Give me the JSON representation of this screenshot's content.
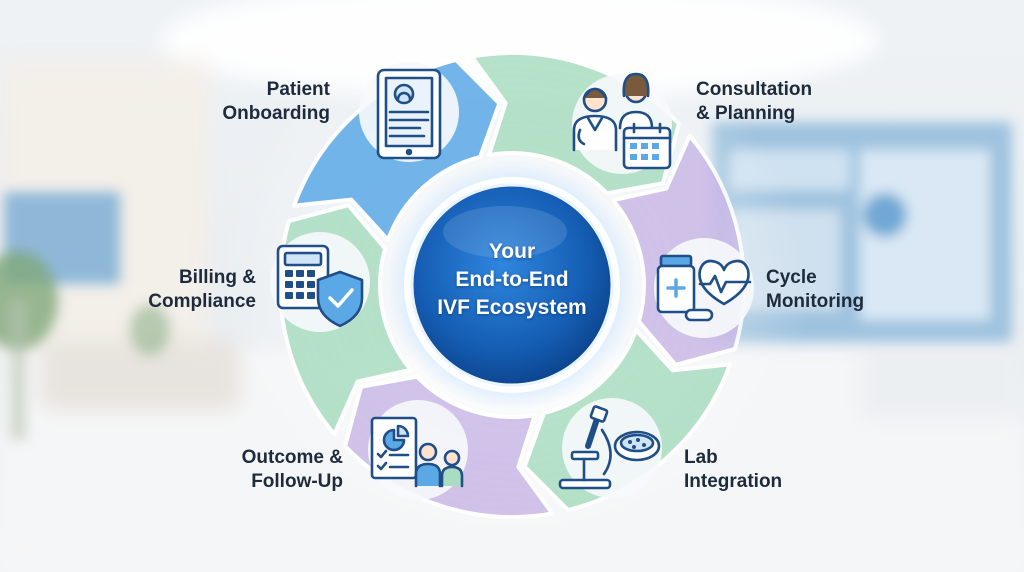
{
  "center": {
    "line1": "Your",
    "line2": "End-to-End",
    "line3": "IVF Ecosystem"
  },
  "stages": [
    {
      "line1": "Patient",
      "line2": "Onboarding",
      "icon": "tablet-profile-icon",
      "color": "#5aa8e6"
    },
    {
      "line1": "Consultation",
      "line2": "& Planning",
      "icon": "doctors-calendar-icon",
      "color": "#a9dcc0"
    },
    {
      "line1": "Cycle",
      "line2": "Monitoring",
      "icon": "medicine-heartbeat-icon",
      "color": "#c9b8e6"
    },
    {
      "line1": "Lab",
      "line2": "Integration",
      "icon": "microscope-petri-dish-icon",
      "color": "#a9dcc0"
    },
    {
      "line1": "Outcome &",
      "line2": "Follow-Up",
      "icon": "report-family-icon",
      "color": "#c9b8e6"
    },
    {
      "line1": "Billing &",
      "line2": "Compliance",
      "icon": "calculator-shield-icon",
      "color": "#a9dcc0"
    }
  ],
  "colors": {
    "center_blue": "#1a63b8",
    "icon_stroke": "#1f4f86",
    "text": "#1e2b3c"
  }
}
